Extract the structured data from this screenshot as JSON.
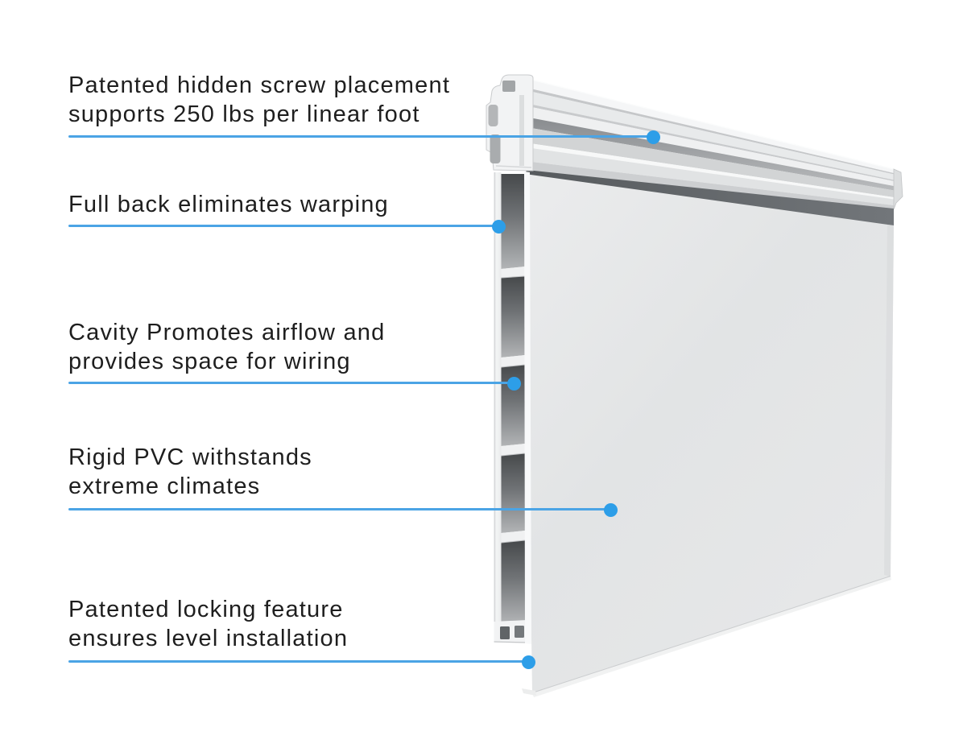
{
  "figure": {
    "kind": "product-feature-diagram",
    "subject": "PVC slatwall panel cross-section",
    "background_color": "#ffffff",
    "text_color": "#1e1e1e",
    "line_color": "#4ba4e5",
    "dot_color": "#2d9ee8",
    "panel_color": "#e4e5e6"
  },
  "callouts": [
    {
      "lines": [
        "Patented hidden screw placement",
        "supports 250 lbs per linear foot"
      ]
    },
    {
      "lines": [
        "Full back eliminates warping"
      ]
    },
    {
      "lines": [
        "Cavity Promotes airflow and",
        "provides space for wiring"
      ]
    },
    {
      "lines": [
        "Rigid PVC withstands",
        "extreme climates"
      ]
    },
    {
      "lines": [
        "Patented locking feature",
        "ensures level installation"
      ]
    }
  ]
}
